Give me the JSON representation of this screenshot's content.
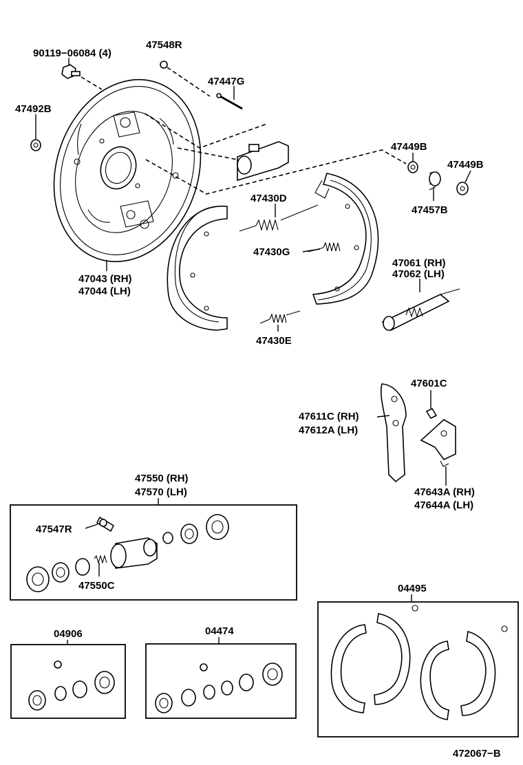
{
  "labels": {
    "bolt": "90119−06084 (4)",
    "plug_r": "47548R",
    "pin": "47447G",
    "nut": "47492B",
    "cup_b": "47449B",
    "cup_b2": "47449B",
    "spring_b": "47457B",
    "spring_d": "47430D",
    "spring_g": "47430G",
    "spring_e": "47430E",
    "plate_rh": "47043 (RH)",
    "plate_lh": "47044 (LH)",
    "adj_rh": "47061 (RH)",
    "adj_lh": "47062 (LH)",
    "clip_c": "47601C",
    "lever_rh": "47611C (RH)",
    "lever_lh": "47612A (LH)",
    "bell_rh": "47643A (RH)",
    "bell_lh": "47644A (LH)"
  },
  "wheel_cylinder": {
    "title_rh": "47550 (RH)",
    "title_lh": "47570 (LH)",
    "bleeder": "47547R",
    "spring": "47550C"
  },
  "kits": {
    "kit1": "04906",
    "kit2": "04474",
    "shoe_kit": "04495"
  },
  "drawing_number": "472067−B"
}
